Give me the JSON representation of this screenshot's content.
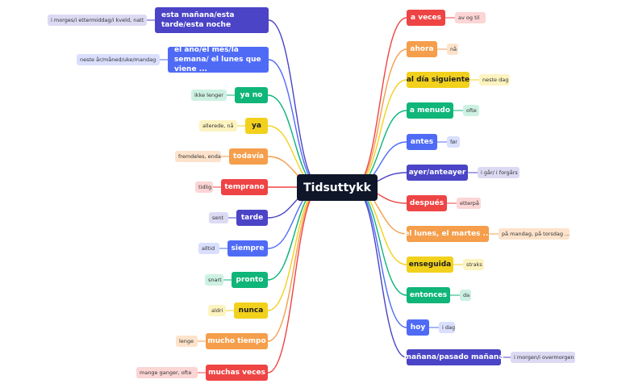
{
  "center": {
    "label": "Tidsuttykk"
  },
  "colors": {
    "red": "#ef4444",
    "orange": "#f59e4b",
    "yellow": "#f2d11d",
    "green": "#10b57a",
    "blue": "#4f6bf6",
    "indigo": "#4b44c6"
  },
  "left": [
    {
      "label": "esta mañana/esta tarde/esta noche",
      "tag": "i morges/i ettermiddag/i kveld, natt",
      "color": "indigo"
    },
    {
      "label": "el año/el mes/la semana/ el lunes que viene ...",
      "tag": "neste år/måned/uke/mandag",
      "color": "blue"
    },
    {
      "label": "ya no",
      "tag": "ikke lenger",
      "color": "green"
    },
    {
      "label": "ya",
      "tag": "allerede, nå",
      "color": "yellow"
    },
    {
      "label": "todavía",
      "tag": "fremdeles, enda",
      "color": "orange"
    },
    {
      "label": "temprano",
      "tag": "tidlig",
      "color": "red"
    },
    {
      "label": "tarde",
      "tag": "sent",
      "color": "indigo"
    },
    {
      "label": "siempre",
      "tag": "alltid",
      "color": "blue"
    },
    {
      "label": "pronto",
      "tag": "snart",
      "color": "green"
    },
    {
      "label": "nunca",
      "tag": "aldri",
      "color": "yellow"
    },
    {
      "label": "mucho tiempo",
      "tag": "lenge",
      "color": "orange"
    },
    {
      "label": "muchas veces",
      "tag": "mange ganger, ofte",
      "color": "red"
    }
  ],
  "right": [
    {
      "label": "a veces",
      "tag": "av og til",
      "color": "red"
    },
    {
      "label": "ahora",
      "tag": "nå",
      "color": "orange"
    },
    {
      "label": "al día siguiente",
      "tag": "neste dag",
      "color": "yellow"
    },
    {
      "label": "a menudo",
      "tag": "ofte",
      "color": "green"
    },
    {
      "label": "antes",
      "tag": "før",
      "color": "blue"
    },
    {
      "label": "ayer/anteayer",
      "tag": "i går/ i forgårs",
      "color": "indigo"
    },
    {
      "label": "después",
      "tag": "etterpå",
      "color": "red"
    },
    {
      "label": "el lunes, el martes ...",
      "tag": "på mandag, på torsdag ...",
      "color": "orange"
    },
    {
      "label": "enseguida",
      "tag": "straks",
      "color": "yellow"
    },
    {
      "label": "entonces",
      "tag": "da",
      "color": "green"
    },
    {
      "label": "hoy",
      "tag": "i dag",
      "color": "blue"
    },
    {
      "label": "mañana/pasado mañana",
      "tag": "i morgen/i overmorgen",
      "color": "indigo"
    }
  ]
}
